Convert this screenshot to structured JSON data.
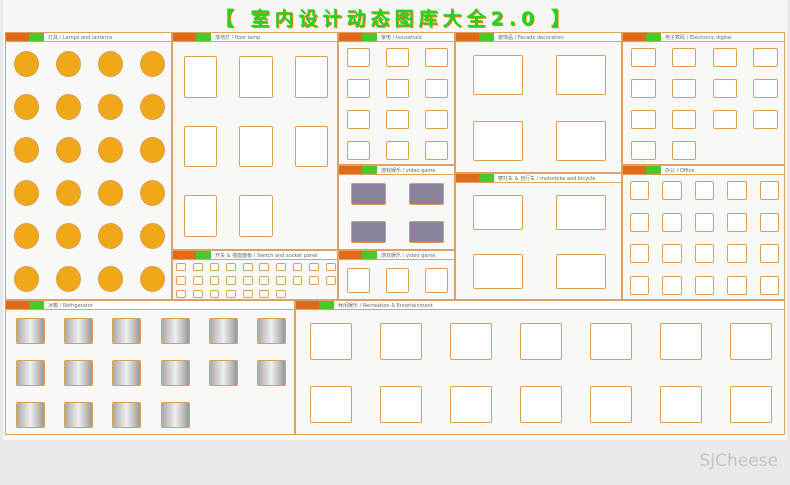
{
  "title": "【 室内设计动态图库大全2.0 】",
  "watermark": "SJCheese",
  "colors": {
    "tab_orange": "#e06a1a",
    "tab_green": "#48c82a",
    "title_green": "#1fd61f",
    "item_gold": "#f0a818",
    "outline": "#d8a050"
  },
  "panels": [
    {
      "id": "lamps",
      "label": "灯具 / Lamps and lanterns",
      "items": 24
    },
    {
      "id": "floor-lamp",
      "label": "落地灯 / floor lamp",
      "items": 8
    },
    {
      "id": "switch",
      "label": "开关 & 插座面板 / Switch and socket panel",
      "items": 27
    },
    {
      "id": "household",
      "label": "家电 / household",
      "items": 12
    },
    {
      "id": "video-game",
      "label": "游戏娱乐 / video game",
      "items": 4
    },
    {
      "id": "video-game-2",
      "label": "游戏娱乐 / video game",
      "items": 3
    },
    {
      "id": "facade",
      "label": "装饰品 / Facade decoration",
      "items": 4
    },
    {
      "id": "motorbike",
      "label": "摩托车 & 自行车 / motorbike and bicycle",
      "items": 4
    },
    {
      "id": "electronic",
      "label": "电子数码 / Electronic digital",
      "items": 14
    },
    {
      "id": "office",
      "label": "办公 / Office",
      "items": 20
    },
    {
      "id": "refrigerator",
      "label": "冰箱 / Refrigerator",
      "items": 16
    },
    {
      "id": "recreation",
      "label": "休闲娱乐 / Recreation & Entertainment",
      "items": 14
    }
  ]
}
